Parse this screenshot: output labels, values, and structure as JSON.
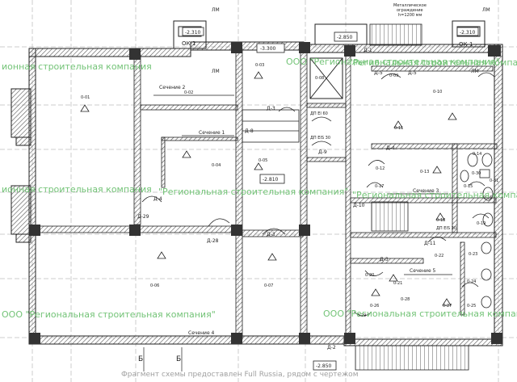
{
  "watermark": {
    "line1": "ионная строительная компания",
    "line2": "\"Региональная строительная компания\"",
    "line3": "\"Региональная строительная компания\"",
    "line4": "\"Региональная строительная компания\"",
    "line5": "ионная строительная компания",
    "line6": "ООО \"Региональная строительная компания\"",
    "line7": "ООО \"Региональная строительная компания\"",
    "line8": "ООО \"Региональная строительная компания\"",
    "footer": "Фрагмент схемы предоставлен Full Russia, рядом с чертежом"
  },
  "labels": {
    "lm1": "ЛМ",
    "lm2": "ЛМ",
    "lm3": "ЛМ",
    "lm4": "ЛМ",
    "ok1": "ОК-1",
    "ok2": "ОК-1",
    "lvl1": "-2.310",
    "lvl2": "-2.310",
    "lvl3": "-3.300",
    "lvl4": "-2.850",
    "lvl5": "-2.810",
    "lvl6": "-2.850",
    "metal": "Металлическое",
    "metal2": "ограждение",
    "metal3": "h=1200 мм",
    "sec1": "Сечение 1",
    "sec2": "Сечение 2",
    "sec3": "Сечение 3",
    "sec4": "Сечение 4",
    "sec5": "Сечение 5",
    "d1": "Д-1",
    "d2": "Д-2",
    "d3": "Д-3",
    "d3b": "Д-3",
    "d3c": "Д-3",
    "d4": "Д-4",
    "d4b": "Д-4",
    "d5": "Д-5",
    "d5b": "Д-5",
    "d8": "Д-8",
    "d9": "Д-9",
    "d10": "Д-10",
    "d11": "Д-11",
    "d28": "Д-28",
    "d29": "Д-29",
    "dp1": "ДП EI 60",
    "dp2": "ДП EIS 30",
    "dp3": "ДП EIS 30",
    "bA": "Б",
    "bB": "Б",
    "r1": "0-01",
    "r2": "0-02",
    "r3": "0-03",
    "r4": "0-04",
    "r5": "0-05",
    "r6": "0-06",
    "r7": "0-07",
    "r8": "0-08",
    "r9": "0-09",
    "r10": "0-10",
    "r11": "0-11",
    "r12": "0-12",
    "r13": "0-13",
    "r14": "0-14",
    "r15": "0-15",
    "r16": "0-16",
    "r17": "0-17",
    "r18": "0-18",
    "r19": "0-19",
    "r20": "0-20",
    "r21": "0-21",
    "r22": "0-22",
    "r23": "0-23",
    "r24": "0-24",
    "r25": "0-25",
    "r26": "0-26",
    "r27": "0-27",
    "r28": "0-28",
    "r29": "0-29",
    "r30": "0-30",
    "r31": "0-31"
  }
}
